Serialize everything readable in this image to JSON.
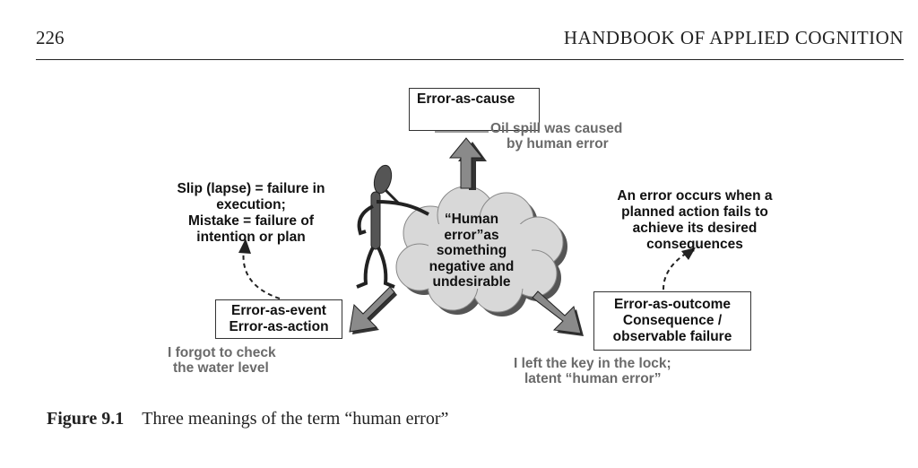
{
  "header": {
    "page_number": "226",
    "running_title": "HANDBOOK OF APPLIED COGNITION"
  },
  "diagram": {
    "center": [
      "“Human",
      "error”as",
      "something",
      "negative and",
      "undesirable"
    ],
    "cause": {
      "title": "Error-as-cause",
      "example": [
        "Oil spill was caused",
        "by human error"
      ]
    },
    "event": {
      "title": [
        "Error-as-event",
        "Error-as-action"
      ],
      "example": [
        "I forgot to check",
        "the water level"
      ],
      "note": [
        "Slip (lapse) = failure in",
        "execution;",
        "Mistake = failure of",
        "intention or plan"
      ]
    },
    "outcome": {
      "title": [
        "Error-as-outcome",
        "Consequence /",
        "observable failure"
      ],
      "example": [
        "I left the key in the lock;",
        "latent “human error”"
      ],
      "note": [
        "An error occurs when a",
        "planned action fails to",
        "achieve its desired",
        "consequences"
      ]
    }
  },
  "caption": {
    "label": "Figure 9.1",
    "text": "Three meanings of the term “human error”"
  }
}
